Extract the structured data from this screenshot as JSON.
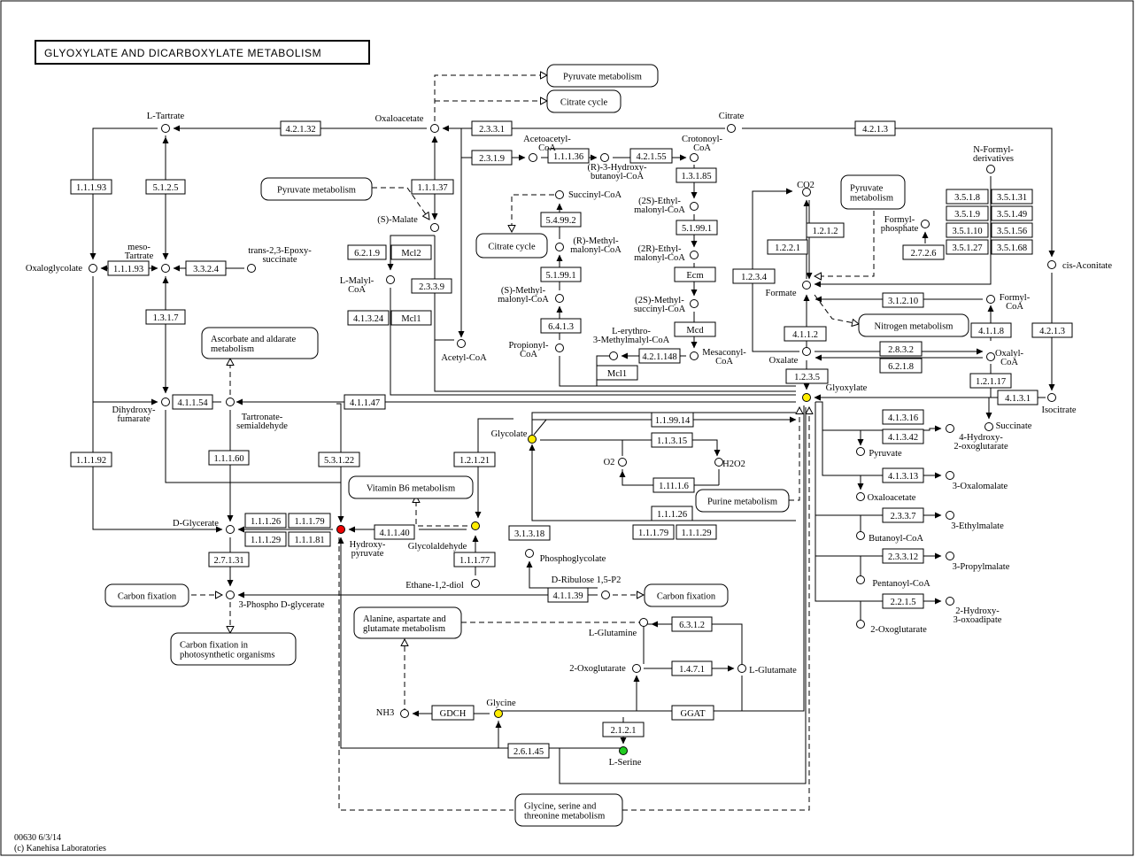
{
  "title": "GLYOXYLATE AND DICARBOXYLATE METABOLISM",
  "footer": {
    "map_id": "00630 6/3/14",
    "copyright": "(c) Kanehisa Laboratories"
  },
  "colors": {
    "highlight_yellow": "#ffee00",
    "highlight_red": "#ee0000",
    "highlight_green": "#22cc22",
    "frame": "#000000"
  },
  "compounds": [
    {
      "id": "l-tartrate",
      "label": [
        "L-Tartrate"
      ]
    },
    {
      "id": "oxaloacetate",
      "label": [
        "Oxaloacetate"
      ]
    },
    {
      "id": "citrate",
      "label": [
        "Citrate"
      ]
    },
    {
      "id": "oxaloglycolate",
      "label": [
        "Oxaloglycolate"
      ]
    },
    {
      "id": "meso-tartrate",
      "label": [
        "meso-",
        "Tartrate"
      ]
    },
    {
      "id": "trans-epoxysuccinate",
      "label": [
        "trans-2,3-Epoxy-",
        "succinate"
      ]
    },
    {
      "id": "s-malate",
      "label": [
        "(S)-Malate"
      ]
    },
    {
      "id": "l-malyl-coa",
      "label": [
        "L-Malyl-",
        "CoA"
      ]
    },
    {
      "id": "acetoacetyl-coa",
      "label": [
        "Acetoacetyl-",
        "CoA"
      ]
    },
    {
      "id": "r-3-hydroxybutanoyl-coa",
      "label": [
        "(R)-3-Hydroxy-",
        "butanoyl-CoA"
      ]
    },
    {
      "id": "crotonoyl-coa",
      "label": [
        "Crotonoyl-",
        "CoA"
      ]
    },
    {
      "id": "succinyl-coa",
      "label": [
        "Succinyl-CoA"
      ]
    },
    {
      "id": "r-methylmalonyl-coa",
      "label": [
        "(R)-Methyl-",
        "malonyl-CoA"
      ]
    },
    {
      "id": "s-methylmalonyl-coa",
      "label": [
        "(S)-Methyl-",
        "malonyl-CoA"
      ]
    },
    {
      "id": "propionyl-coa",
      "label": [
        "Propionyl-",
        "CoA"
      ]
    },
    {
      "id": "acetyl-coa",
      "label": [
        "Acetyl-CoA"
      ]
    },
    {
      "id": "2s-ethylmalonyl-coa",
      "label": [
        "(2S)-Ethyl-",
        "malonyl-CoA"
      ]
    },
    {
      "id": "2r-ethylmalonyl-coa",
      "label": [
        "(2R)-Ethyl-",
        "malonyl-CoA"
      ]
    },
    {
      "id": "2s-methylsuccinyl-coa",
      "label": [
        "(2S)-Methyl-",
        "succinyl-CoA"
      ]
    },
    {
      "id": "l-erythro-3-methylmalyl-coa",
      "label": [
        "L-erythro-",
        "3-Methylmalyl-CoA"
      ]
    },
    {
      "id": "mesaconyl-coa",
      "label": [
        "Mesaconyl-",
        "CoA"
      ]
    },
    {
      "id": "co2",
      "label": [
        "CO2"
      ]
    },
    {
      "id": "formylphosphate",
      "label": [
        "Formyl-",
        "phosphate"
      ]
    },
    {
      "id": "formate",
      "label": [
        "Formate"
      ]
    },
    {
      "id": "n-formyl-derivatives",
      "label": [
        "N-Formyl-",
        "derivatives"
      ]
    },
    {
      "id": "cis-aconitate",
      "label": [
        "cis-Aconitate"
      ]
    },
    {
      "id": "formyl-coa",
      "label": [
        "Formyl-",
        "CoA"
      ]
    },
    {
      "id": "oxalate",
      "label": [
        "Oxalate"
      ]
    },
    {
      "id": "oxalyl-coa",
      "label": [
        "Oxalyl-",
        "CoA"
      ]
    },
    {
      "id": "glyoxylate",
      "label": [
        "Glyoxylate"
      ]
    },
    {
      "id": "isocitrate",
      "label": [
        "Isocitrate"
      ]
    },
    {
      "id": "succinate",
      "label": [
        "Succinate"
      ]
    },
    {
      "id": "dihydroxyfumarate",
      "label": [
        "Dihydroxy-",
        "fumarate"
      ]
    },
    {
      "id": "tartronate-semialdehyde",
      "label": [
        "Tartronate-",
        "semialdehyde"
      ]
    },
    {
      "id": "glycolate",
      "label": [
        "Glycolate"
      ]
    },
    {
      "id": "o2",
      "label": [
        "O2"
      ]
    },
    {
      "id": "h2o2",
      "label": [
        "H2O2"
      ]
    },
    {
      "id": "4-hydroxy-2-oxoglutarate",
      "label": [
        "4-Hydroxy-",
        "2-oxoglutarate"
      ]
    },
    {
      "id": "pyruvate",
      "label": [
        "Pyruvate"
      ]
    },
    {
      "id": "3-oxalomalate",
      "label": [
        "3-Oxalomalate"
      ]
    },
    {
      "id": "oxaloacetate-2",
      "label": [
        "Oxaloacetate"
      ]
    },
    {
      "id": "3-ethylmalate",
      "label": [
        "3-Ethylmalate"
      ]
    },
    {
      "id": "butanoyl-coa",
      "label": [
        "Butanoyl-CoA"
      ]
    },
    {
      "id": "3-propylmalate",
      "label": [
        "3-Propylmalate"
      ]
    },
    {
      "id": "pentanoyl-coa",
      "label": [
        "Pentanoyl-CoA"
      ]
    },
    {
      "id": "2-hydroxy-3-oxoadipate",
      "label": [
        "2-Hydroxy-",
        "3-oxoadipate"
      ]
    },
    {
      "id": "2-oxoglutarate-r",
      "label": [
        "2-Oxoglutarate"
      ]
    },
    {
      "id": "d-glycerate",
      "label": [
        "D-Glycerate"
      ]
    },
    {
      "id": "hydroxypyruvate",
      "label": [
        "Hydroxy-",
        "pyruvate"
      ]
    },
    {
      "id": "glycolaldehyde",
      "label": [
        "Glycolaldehyde"
      ]
    },
    {
      "id": "phosphoglycolate",
      "label": [
        "Phosphoglycolate"
      ]
    },
    {
      "id": "ethane-1-2-diol",
      "label": [
        "Ethane-1,2-diol"
      ]
    },
    {
      "id": "d-ribulose-1-5-p2",
      "label": [
        "D-Ribulose 1,5-P2"
      ]
    },
    {
      "id": "3-phospho-d-glycerate",
      "label": [
        "3-Phospho D-glycerate"
      ]
    },
    {
      "id": "l-glutamine",
      "label": [
        "L-Glutamine"
      ]
    },
    {
      "id": "2-oxoglutarate",
      "label": [
        "2-Oxoglutarate"
      ]
    },
    {
      "id": "l-glutamate",
      "label": [
        "L-Glutamate"
      ]
    },
    {
      "id": "nh3",
      "label": [
        "NH3"
      ]
    },
    {
      "id": "glycine",
      "label": [
        "Glycine"
      ]
    },
    {
      "id": "l-serine",
      "label": [
        "L-Serine"
      ]
    }
  ],
  "enzymes": [
    {
      "id": "e-4.2.1.32",
      "label": "4.2.1.32"
    },
    {
      "id": "e-2.3.3.1",
      "label": "2.3.3.1"
    },
    {
      "id": "e-4.2.1.3-top",
      "label": "4.2.1.3"
    },
    {
      "id": "e-1.1.1.93-l",
      "label": "1.1.1.93"
    },
    {
      "id": "e-5.1.2.5",
      "label": "5.1.2.5"
    },
    {
      "id": "e-1.1.1.37",
      "label": "1.1.1.37"
    },
    {
      "id": "e-1.1.1.93-m",
      "label": "1.1.1.93"
    },
    {
      "id": "e-3.3.2.4",
      "label": "3.3.2.4"
    },
    {
      "id": "e-1.3.1.7",
      "label": "1.3.1.7"
    },
    {
      "id": "e-6.2.1.9",
      "label": "6.2.1.9"
    },
    {
      "id": "e-mcl2",
      "label": "Mcl2"
    },
    {
      "id": "e-2.3.3.9",
      "label": "2.3.3.9"
    },
    {
      "id": "e-4.1.3.24",
      "label": "4.1.3.24"
    },
    {
      "id": "e-mcl1-a",
      "label": "Mcl1"
    },
    {
      "id": "e-2.3.1.9",
      "label": "2.3.1.9"
    },
    {
      "id": "e-1.1.1.36",
      "label": "1.1.1.36"
    },
    {
      "id": "e-4.2.1.55",
      "label": "4.2.1.55"
    },
    {
      "id": "e-1.3.1.85",
      "label": "1.3.1.85"
    },
    {
      "id": "e-5.4.99.2",
      "label": "5.4.99.2"
    },
    {
      "id": "e-5.1.99.1-b",
      "label": "5.1.99.1"
    },
    {
      "id": "e-5.1.99.1-a",
      "label": "5.1.99.1"
    },
    {
      "id": "e-ecm",
      "label": "Ecm"
    },
    {
      "id": "e-6.4.1.3",
      "label": "6.4.1.3"
    },
    {
      "id": "e-mcd",
      "label": "Mcd"
    },
    {
      "id": "e-4.2.1.148",
      "label": "4.2.1.148"
    },
    {
      "id": "e-mcl1-b",
      "label": "Mcl1"
    },
    {
      "id": "e-1.2.2.1",
      "label": "1.2.2.1"
    },
    {
      "id": "e-1.2.1.2",
      "label": "1.2.1.2"
    },
    {
      "id": "e-1.2.3.4",
      "label": "1.2.3.4"
    },
    {
      "id": "e-2.7.2.6",
      "label": "2.7.2.6"
    },
    {
      "id": "e-3.5.1.8",
      "label": "3.5.1.8"
    },
    {
      "id": "e-3.5.1.31",
      "label": "3.5.1.31"
    },
    {
      "id": "e-3.5.1.9",
      "label": "3.5.1.9"
    },
    {
      "id": "e-3.5.1.49",
      "label": "3.5.1.49"
    },
    {
      "id": "e-3.5.1.10",
      "label": "3.5.1.10"
    },
    {
      "id": "e-3.5.1.56",
      "label": "3.5.1.56"
    },
    {
      "id": "e-3.5.1.27",
      "label": "3.5.1.27"
    },
    {
      "id": "e-3.5.1.68",
      "label": "3.5.1.68"
    },
    {
      "id": "e-3.1.2.10",
      "label": "3.1.2.10"
    },
    {
      "id": "e-4.1.1.2",
      "label": "4.1.1.2"
    },
    {
      "id": "e-4.1.1.8",
      "label": "4.1.1.8"
    },
    {
      "id": "e-4.2.1.3-r",
      "label": "4.2.1.3"
    },
    {
      "id": "e-2.8.3.2",
      "label": "2.8.3.2"
    },
    {
      "id": "e-6.2.1.8",
      "label": "6.2.1.8"
    },
    {
      "id": "e-1.2.3.5",
      "label": "1.2.3.5"
    },
    {
      "id": "e-1.2.1.17",
      "label": "1.2.1.17"
    },
    {
      "id": "e-4.1.3.1",
      "label": "4.1.3.1"
    },
    {
      "id": "e-4.1.1.54",
      "label": "4.1.1.54"
    },
    {
      "id": "e-4.1.1.47",
      "label": "4.1.1.47"
    },
    {
      "id": "e-1.1.99.14",
      "label": "1.1.99.14"
    },
    {
      "id": "e-1.1.3.15",
      "label": "1.1.3.15"
    },
    {
      "id": "e-1.11.1.6",
      "label": "1.11.1.6"
    },
    {
      "id": "e-4.1.3.16",
      "label": "4.1.3.16"
    },
    {
      "id": "e-4.1.3.42",
      "label": "4.1.3.42"
    },
    {
      "id": "e-4.1.3.13",
      "label": "4.1.3.13"
    },
    {
      "id": "e-2.3.3.7",
      "label": "2.3.3.7"
    },
    {
      "id": "e-2.3.3.12",
      "label": "2.3.3.12"
    },
    {
      "id": "e-2.2.1.5",
      "label": "2.2.1.5"
    },
    {
      "id": "e-1.1.1.92",
      "label": "1.1.1.92"
    },
    {
      "id": "e-1.1.1.60",
      "label": "1.1.1.60"
    },
    {
      "id": "e-5.3.1.22",
      "label": "5.3.1.22"
    },
    {
      "id": "e-1.2.1.21",
      "label": "1.2.1.21"
    },
    {
      "id": "e-1.1.1.26-a",
      "label": "1.1.1.26"
    },
    {
      "id": "e-1.1.1.79-a",
      "label": "1.1.1.79"
    },
    {
      "id": "e-1.1.1.29-a",
      "label": "1.1.1.29"
    },
    {
      "id": "e-1.1.1.81",
      "label": "1.1.1.81"
    },
    {
      "id": "e-4.1.1.40",
      "label": "4.1.1.40"
    },
    {
      "id": "e-3.1.3.18",
      "label": "3.1.3.18"
    },
    {
      "id": "e-1.1.1.26-b",
      "label": "1.1.1.26"
    },
    {
      "id": "e-1.1.1.79-b",
      "label": "1.1.1.79"
    },
    {
      "id": "e-1.1.1.29-b",
      "label": "1.1.1.29"
    },
    {
      "id": "e-1.1.1.77",
      "label": "1.1.1.77"
    },
    {
      "id": "e-2.7.1.31",
      "label": "2.7.1.31"
    },
    {
      "id": "e-4.1.1.39",
      "label": "4.1.1.39"
    },
    {
      "id": "e-6.3.1.2",
      "label": "6.3.1.2"
    },
    {
      "id": "e-1.4.7.1",
      "label": "1.4.7.1"
    },
    {
      "id": "e-gdch",
      "label": "GDCH"
    },
    {
      "id": "e-ggat",
      "label": "GGAT"
    },
    {
      "id": "e-2.1.2.1",
      "label": "2.1.2.1"
    },
    {
      "id": "e-2.6.1.45",
      "label": "2.6.1.45"
    }
  ],
  "pathways": [
    {
      "id": "pw-pyruvate-top",
      "label": [
        "Pyruvate metabolism"
      ]
    },
    {
      "id": "pw-citrate-top",
      "label": [
        "Citrate cycle"
      ]
    },
    {
      "id": "pw-pyruvate-left",
      "label": [
        "Pyruvate metabolism"
      ]
    },
    {
      "id": "pw-citrate-mid",
      "label": [
        "Citrate cycle"
      ]
    },
    {
      "id": "pw-pyruvate-right",
      "label": [
        "Pyruvate",
        "metabolism"
      ]
    },
    {
      "id": "pw-nitrogen",
      "label": [
        "Nitrogen metabolism"
      ]
    },
    {
      "id": "pw-ascorbate",
      "label": [
        "Ascorbate and aldarate",
        "metabolism"
      ]
    },
    {
      "id": "pw-vitamin-b6",
      "label": [
        "Vitamin B6 metabolism"
      ]
    },
    {
      "id": "pw-purine",
      "label": [
        "Purine metabolism"
      ]
    },
    {
      "id": "pw-carbon-fix-left",
      "label": [
        "Carbon fixation"
      ]
    },
    {
      "id": "pw-carbon-fix-right",
      "label": [
        "Carbon fixation"
      ]
    },
    {
      "id": "pw-carbon-fix-photo",
      "label": [
        "Carbon fixation in",
        "photosynthetic organisms"
      ]
    },
    {
      "id": "pw-alanine",
      "label": [
        "Alanine, aspartate and",
        "glutamate metabolism"
      ]
    },
    {
      "id": "pw-glycine",
      "label": [
        "Glycine, serine and",
        "threonine metabolism"
      ]
    }
  ]
}
